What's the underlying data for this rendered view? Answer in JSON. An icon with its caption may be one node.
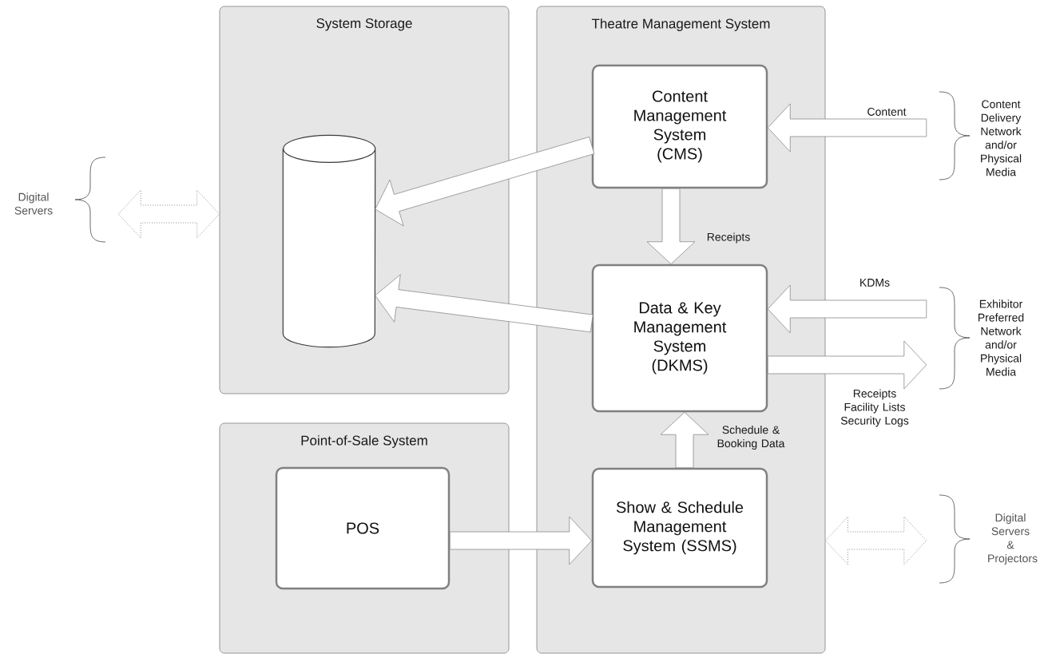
{
  "diagram": {
    "nodes": [
      {
        "text": [
          "System Storage"
        ]
      },
      {
        "text": [],
        "shape": "cylinder",
        "in": 0
      },
      {
        "text": [
          "Theatre Management System"
        ]
      },
      {
        "text": [
          "Content Management System (CMS)"
        ],
        "in": 2
      },
      {
        "text": [
          "Data & Key Management System (DKMS)"
        ],
        "in": 2
      },
      {
        "text": [
          "Show & Schedule Management System (SSMS)"
        ],
        "in": 2
      },
      {
        "text": [
          "Point-of-Sale System"
        ]
      },
      {
        "text": [
          "POS"
        ],
        "in": 6
      },
      {
        "text": [
          "Digital Servers"
        ]
      },
      {
        "text": [
          "Content Delivery Network and/or Physical Media"
        ]
      },
      {
        "text": [
          "Exhibitor Preferred Network and/or Physical Media"
        ]
      },
      {
        "text": [
          "Digital Servers & Projectors"
        ]
      }
    ],
    "edges": [
      {
        "from": 8,
        "to": 0,
        "arrow": "both",
        "style": "dashed"
      },
      {
        "from": 3,
        "to": 1,
        "arrow": "to"
      },
      {
        "from": 9,
        "to": 3,
        "arrow": "to",
        "label": "Content"
      },
      {
        "from": 3,
        "to": 4,
        "arrow": "to",
        "label": "Receipts"
      },
      {
        "from": 4,
        "to": 1,
        "arrow": "to"
      },
      {
        "from": 10,
        "to": 4,
        "arrow": "to",
        "label": "KDMs"
      },
      {
        "from": 4,
        "to": 10,
        "arrow": "to",
        "label": "Receipts Facility Lists Security Logs"
      },
      {
        "from": 5,
        "to": 4,
        "arrow": "to",
        "label": "Schedule & Booking Data"
      },
      {
        "from": 7,
        "to": 5,
        "arrow": "to"
      },
      {
        "from": 2,
        "to": 11,
        "arrow": "both",
        "style": "dashed"
      }
    ]
  }
}
